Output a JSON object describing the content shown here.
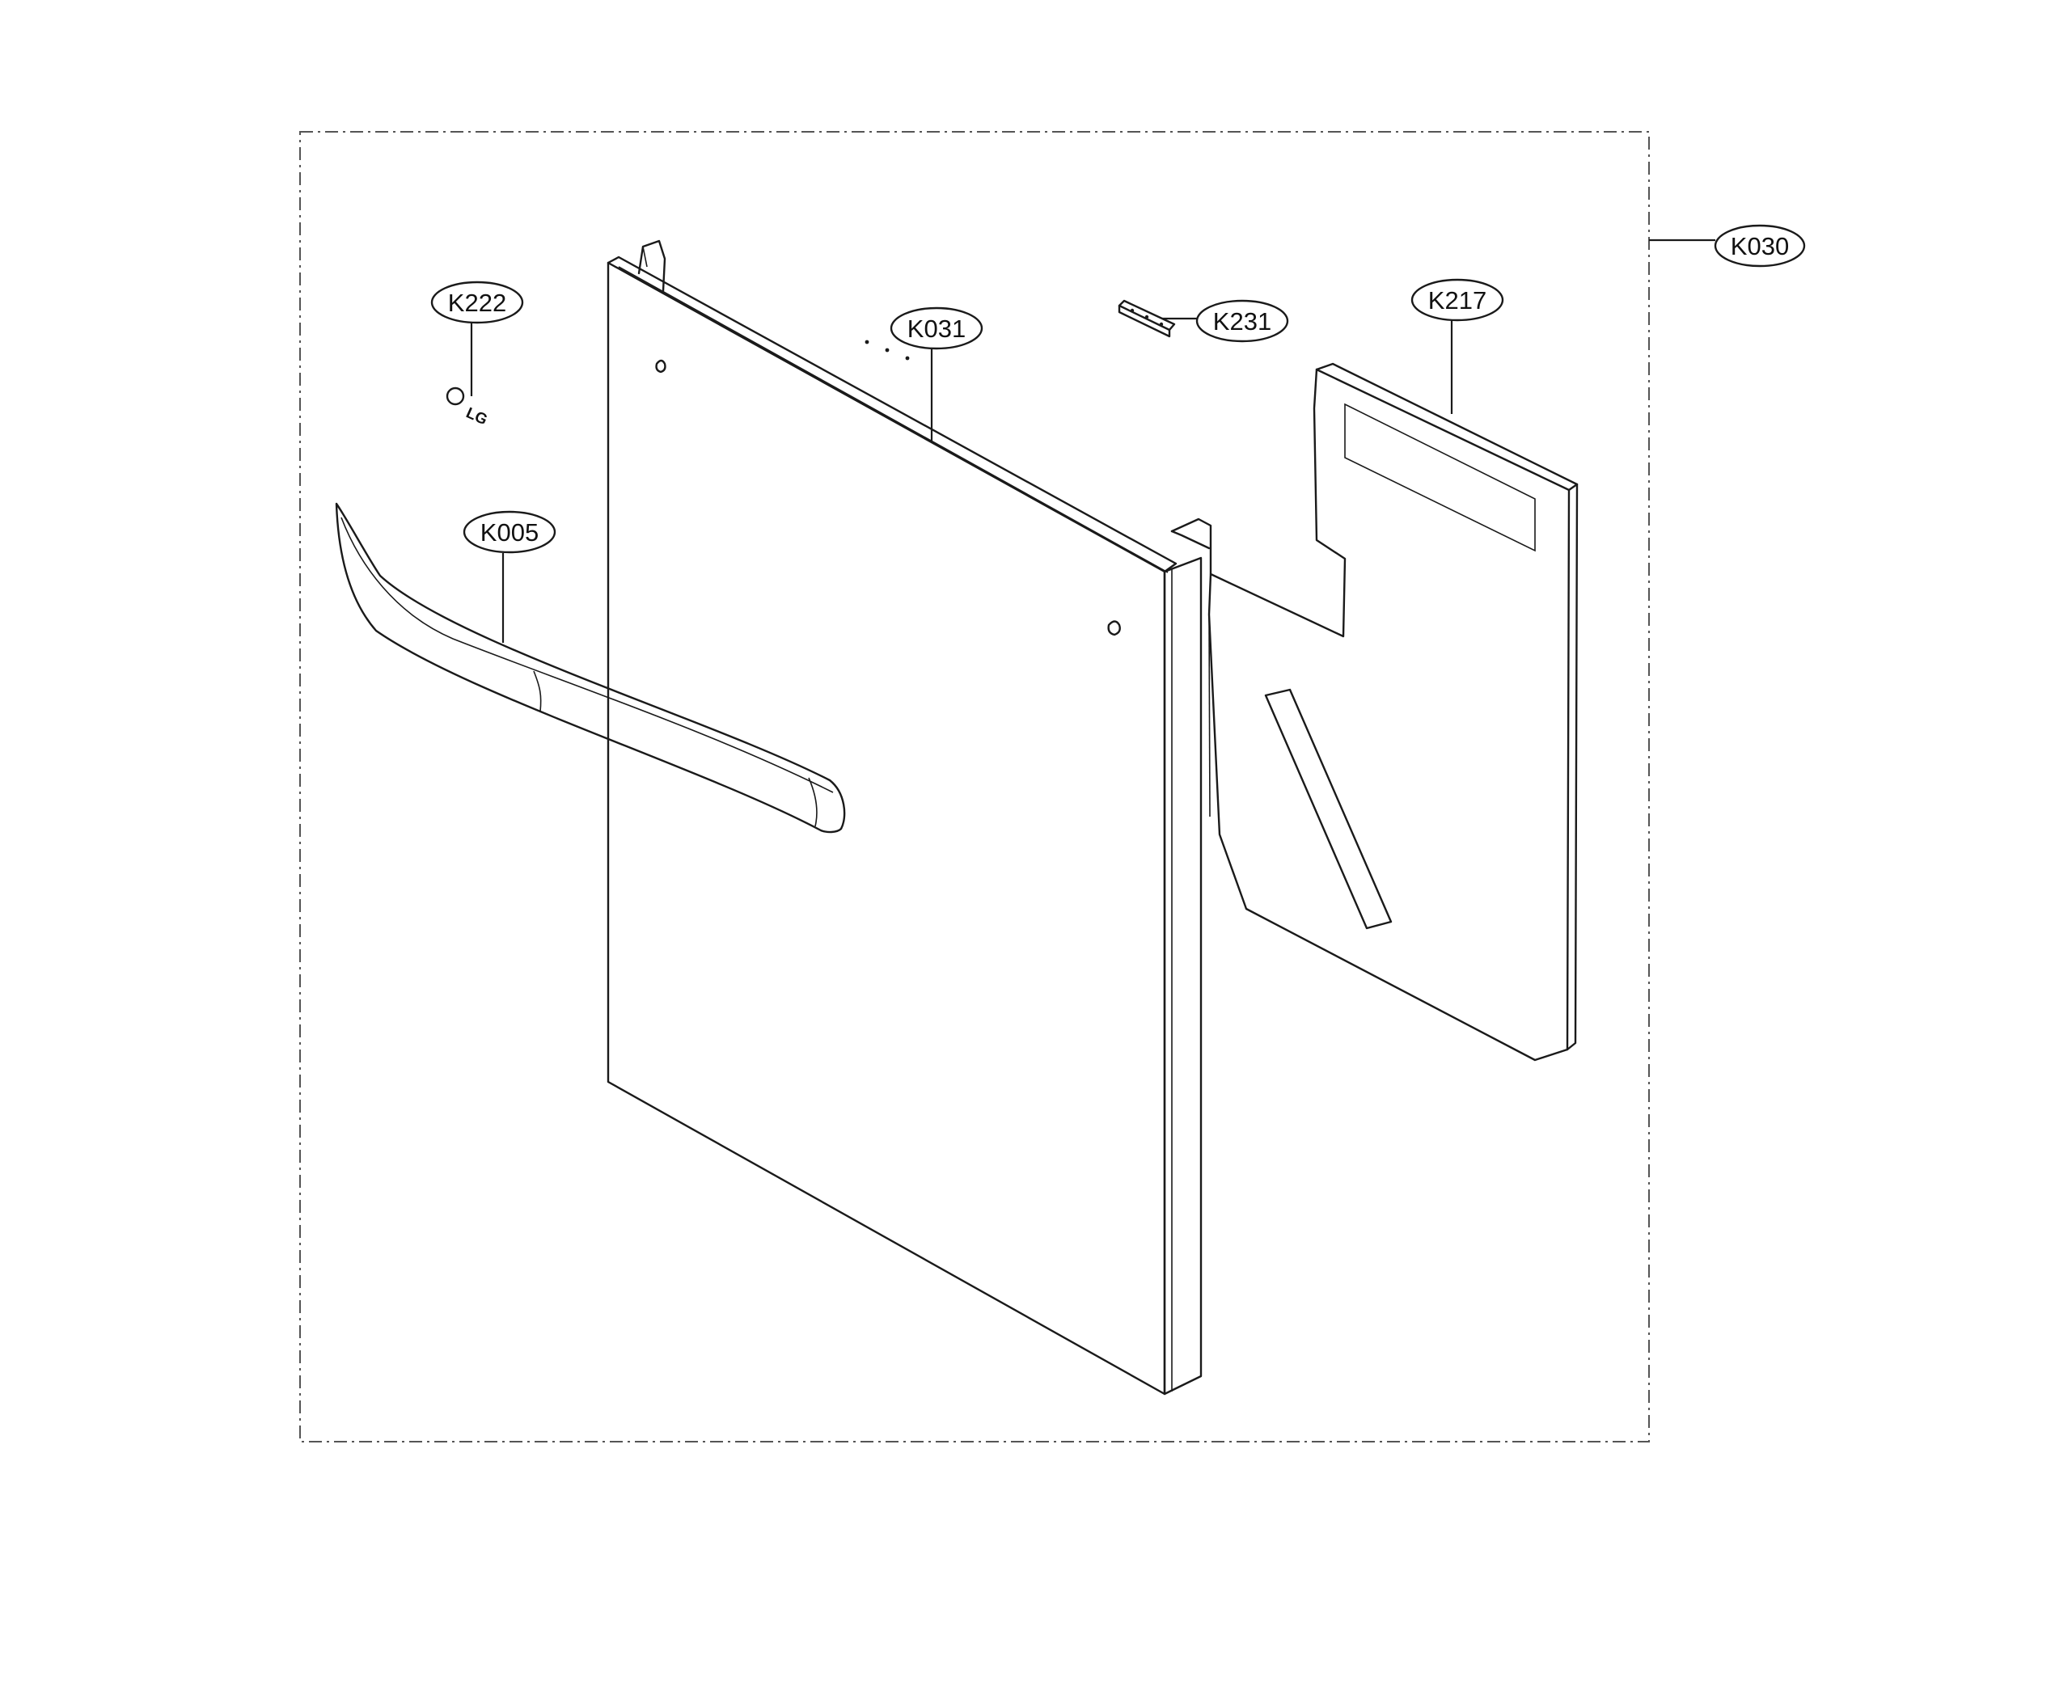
{
  "diagram": {
    "callouts": [
      {
        "id": "K030",
        "label": "K030"
      },
      {
        "id": "K222",
        "label": "K222"
      },
      {
        "id": "K031",
        "label": "K031"
      },
      {
        "id": "K231",
        "label": "K231"
      },
      {
        "id": "K217",
        "label": "K217"
      },
      {
        "id": "K005",
        "label": "K005"
      }
    ],
    "logo_text": "LG"
  }
}
